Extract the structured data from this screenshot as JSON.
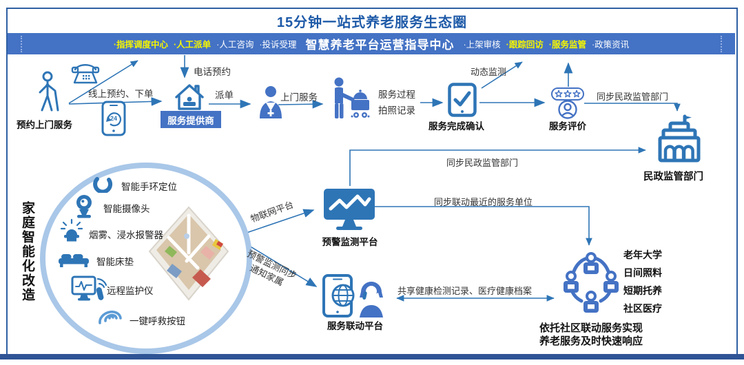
{
  "title": "15分钟一站式养老服务生态圈",
  "banner": {
    "center": "智慧养老平台运营指导中心",
    "left_items": [
      "·指挥调度中心",
      "·人工派单",
      "·人工咨询",
      "·投诉受理"
    ],
    "right_items": [
      "·上架审核",
      "·跟踪回访",
      "·服务监管",
      "·政策资讯"
    ]
  },
  "flow": {
    "node_booking": "预约上门服务",
    "edge_online": "线上预约、下单",
    "edge_phone": "电话预约",
    "badge_24": "24",
    "node_provider": "服务提供商",
    "edge_dispatch": "派单",
    "edge_visit": "上门服务",
    "edge_process_l1": "服务过程",
    "edge_process_l2": "拍照记录",
    "node_confirm": "服务完成确认",
    "edge_dynamic": "动态监测",
    "node_review": "服务评价",
    "edge_sync_top": "同步民政监管部门",
    "edge_sync_mid": "同步民政监管部门",
    "node_gov": "民政监管部门"
  },
  "home": {
    "side_title": "家庭智能化改造",
    "devices": [
      "智能手环定位",
      "智能摄像头",
      "烟雾、浸水报警器",
      "智能床垫",
      "远程监护仪",
      "一键呼救按钮"
    ]
  },
  "platforms": {
    "edge_iot": "物联网平台",
    "node_warning": "预警监测平台",
    "edge_sync_nearest": "同步联动最近的服务单位",
    "edge_notify_l1": "预警监测同步",
    "edge_notify_l2": "通知家属",
    "node_linkage": "服务联动平台",
    "edge_share": "共享健康检测记录、医疗健康档案"
  },
  "community": {
    "services": [
      "老年大学",
      "日间照料",
      "短期托养",
      "社区医疗"
    ],
    "caption_l1": "依托社区联动服务实现",
    "caption_l2": "养老服务及时快速响应"
  },
  "colors": {
    "accent": "#2E75B6",
    "banner": "#4472C4",
    "highlight": "#F5F500",
    "frame_bottom": "#2F5496",
    "title_blue": "#1E5AA8"
  }
}
